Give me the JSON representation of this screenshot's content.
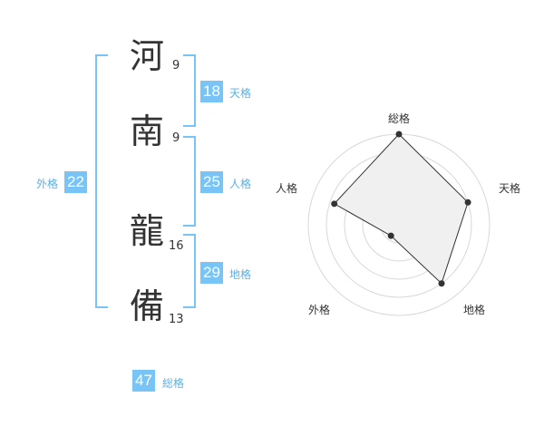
{
  "name": {
    "chars": [
      "河",
      "南",
      "龍",
      "備"
    ],
    "strokes": [
      "9",
      "9",
      "16",
      "13"
    ]
  },
  "kaku": {
    "tenkaku": {
      "value": "18",
      "label": "天格"
    },
    "jinkaku": {
      "value": "25",
      "label": "人格"
    },
    "chikaku": {
      "value": "29",
      "label": "地格"
    },
    "gaikaku": {
      "value": "22",
      "label": "外格"
    },
    "soukaku": {
      "value": "47",
      "label": "総格"
    }
  },
  "radar": {
    "axes": [
      "総格",
      "天格",
      "地格",
      "外格",
      "人格"
    ],
    "values": [
      1.0,
      0.8,
      0.8,
      0.15,
      0.75
    ],
    "max": 1.0
  },
  "colors": {
    "accent": "#78c4f6",
    "label": "#5ab0e8",
    "text": "#333333"
  }
}
